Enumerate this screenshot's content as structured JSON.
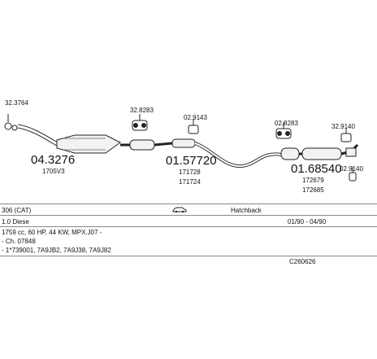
{
  "parts": {
    "p1": {
      "code": "32.3764"
    },
    "p2": {
      "code": "04.3276",
      "sub": "1705V3"
    },
    "p3": {
      "code": "32.8283"
    },
    "p4": {
      "code": "02.9143"
    },
    "p5": {
      "code": "01.57720",
      "sub1": "171728",
      "sub2": "171724"
    },
    "p6": {
      "code": "02.8283"
    },
    "p7": {
      "code": "32.9140"
    },
    "p8": {
      "code": "01.68540",
      "sub1": "172679",
      "sub2": "172685"
    },
    "p9": {
      "code": "02.9140"
    }
  },
  "info": {
    "model": "306 (CAT)",
    "body_type": "Hatchback",
    "engine": "1.0 Diese",
    "date_range": "01/90 - 04/90",
    "spec": "1759 cc, 60 HP, 44 KW, MPX.J07 -",
    "chassis": "- Ch. 07848",
    "codes": "- 1*739001, 7A9JB2, 7A9J38, 7A9J82",
    "catalog_no": "C260626"
  }
}
